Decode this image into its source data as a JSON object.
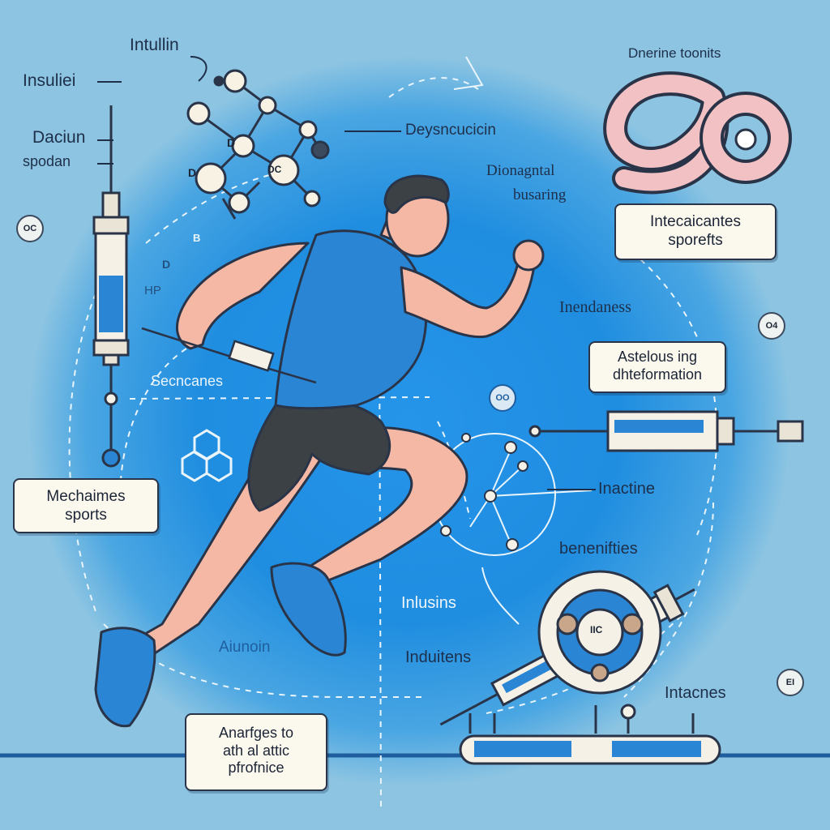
{
  "labels": {
    "intullin": "Intullin",
    "insuliei": "Insuliei",
    "daciun": "Daciun",
    "spodan": "spodan",
    "deysncucicin": "Deysncucicin",
    "dnerine_toonits": "Dnerine toonits",
    "big_number": "90",
    "dionagntal": "Dionagntal",
    "busaring": "busaring",
    "hp": "HP",
    "secncanes": "Secncanes",
    "inendaness": "Inendaness",
    "inactine": "Inactine",
    "benenifties": "benenifties",
    "inlusins": "Inlusins",
    "aiunoin": "Aiunoin",
    "induitens": "Induitens",
    "intacnes": "Intacnes",
    "mol_d1": "D",
    "mol_d2": "D",
    "mol_d3": "D",
    "mol_dc": "DC",
    "mol_b": "B",
    "gear_label": "IIC"
  },
  "boxes": {
    "intecaicantes": {
      "line1": "Intecaicantes",
      "line2": "sporefts"
    },
    "astelous": {
      "line1": "Astelous ing",
      "line2": "dhteformation"
    },
    "mechaimes": {
      "line1": "Mechaimes",
      "line2": "sports"
    },
    "anarfges": {
      "line1": "Anarfges to",
      "line2": "ath al attic",
      "line3": "pfrofnice"
    }
  },
  "badges": {
    "oc": "OC",
    "o4": "O4",
    "oo": "OO",
    "ei": "EI"
  },
  "colors": {
    "background": "#8cc4e2",
    "glow": "#1f8de0",
    "jersey": "#2a86d4",
    "shorts": "#3c4146",
    "skin": "#f4b8a4",
    "shoe": "#2a86d4",
    "number_pink": "#f2c1c4",
    "box_fill": "#fbf8ee"
  }
}
